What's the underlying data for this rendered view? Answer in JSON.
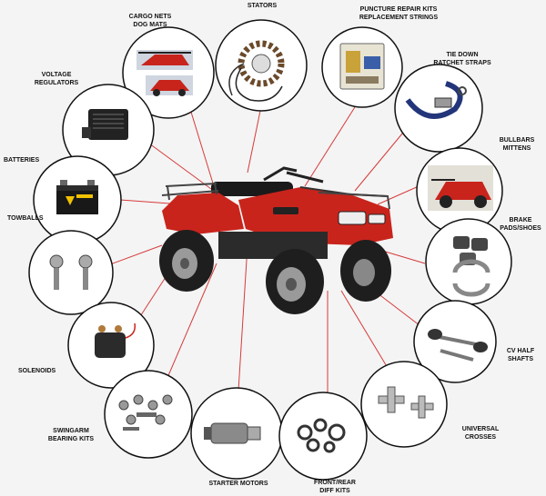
{
  "colors": {
    "line": "#d63a3a",
    "circle_stroke": "#111111",
    "atv_red": "#c8241c",
    "atv_black": "#1a1a1a",
    "background": "#f4f4f4"
  },
  "labels": {
    "cargo_nets": "CARGO NETS\nDOG MATS",
    "stators": "STATORS",
    "puncture_kits": "PUNCTURE REPAIR KITS\nREPLACEMENT STRINGS",
    "tie_down": "TIE DOWN\nRATCHET STRAPS",
    "voltage_regulators": "VOLTAGE\nREGULATORS",
    "bullbars": "BULLBARS\nMITTENS",
    "batteries": "BATTERIES",
    "brake_pads": "BRAKE\nPADS/SHOES",
    "towballs": "TOWBALLS",
    "cv_half_shafts": "CV HALF\nSHAFTS",
    "solenoids": "SOLENOIDS",
    "universal_crosses": "UNIVERSAL\nCROSSES",
    "swingarm_kits": "SWINGARM\nBEARING KITS",
    "starter_motors": "STARTER MOTORS",
    "diff_kits": "FRONT/REAR\nDIFF KITS"
  },
  "icons": {
    "cargo_nets": "atv-rack-photo",
    "stators": "stator-coil-icon",
    "puncture_kits": "repair-kit-box-icon",
    "tie_down": "ratchet-strap-icon",
    "voltage_regulators": "regulator-block-icon",
    "bullbars": "atv-bullbar-photo",
    "batteries": "battery-icon",
    "brake_pads": "brake-pads-icon",
    "towballs": "towball-icon",
    "cv_half_shafts": "cv-shaft-icon",
    "solenoids": "solenoid-icon",
    "universal_crosses": "u-joint-icon",
    "swingarm_kits": "bearing-kit-icon",
    "starter_motors": "starter-motor-icon",
    "diff_kits": "seal-kit-icon"
  }
}
